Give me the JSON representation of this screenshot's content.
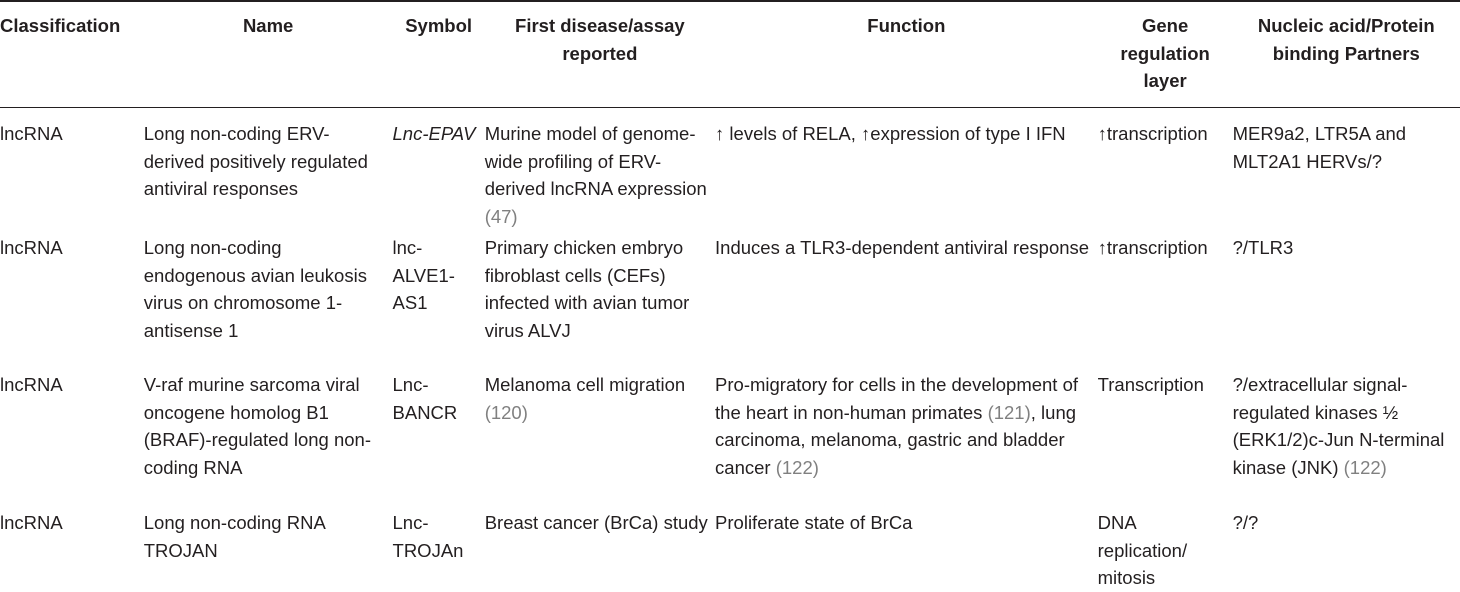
{
  "headers": [
    "Classification",
    "Name",
    "Symbol",
    "First disease/assay reported",
    "Function",
    "Gene regulation layer",
    "Nucleic acid/Protein binding Partners"
  ],
  "rows": [
    {
      "classification": "lncRNA",
      "name": "Long non-coding ERV-derived positively regulated antiviral responses",
      "symbol": "Lnc-EPAV",
      "first_assay": "Murine model of genome-wide profiling of ERV-derived lncRNA expression",
      "first_assay_ref": "(47)",
      "function": "↑ levels of RELA, ↑expression of type I IFN",
      "layer": "↑transcription",
      "partners": "MER9a2, LTR5A and MLT2A1 HERVs/?"
    },
    {
      "classification": "lncRNA",
      "name": "Long non-coding endogenous avian leukosis virus on chromosome 1-antisense 1",
      "symbol": "lnc-ALVE1-AS1",
      "first_assay": "Primary chicken embryo fibroblast cells (CEFs) infected with avian tumor virus ALVJ",
      "function": "Induces a TLR3-dependent antiviral response",
      "layer": "↑transcription",
      "partners": "?/TLR3"
    },
    {
      "classification": "lncRNA",
      "name": "V-raf murine sarcoma viral oncogene homolog B1 (BRAF)-regulated long non-coding RNA",
      "symbol": "Lnc-BANCR",
      "first_assay": "Melanoma cell migration",
      "first_assay_ref": "(120)",
      "function_a": "Pro-migratory for cells in the development of the heart in non-human primates",
      "function_ref_a": "(121)",
      "function_b": ", lung carcinoma, melanoma, gastric and bladder cancer",
      "function_ref_b": "(122)",
      "layer": "Transcription",
      "partners": "?/extracellular signal-regulated kinases ½ (ERK1/2)c-Jun N-terminal kinase (JNK)",
      "partners_ref": "(122)"
    },
    {
      "classification": "lncRNA",
      "name": "Long non-coding RNA TROJAN",
      "symbol": "Lnc-TROJAn",
      "first_assay": "Breast cancer (BrCa) study",
      "function": "Proliferate state of BrCa",
      "layer": "DNA replication/ mitosis",
      "partners": "?/?"
    }
  ],
  "colors": {
    "text": "#231f20",
    "reference": "#808080",
    "rule": "#231f20"
  }
}
